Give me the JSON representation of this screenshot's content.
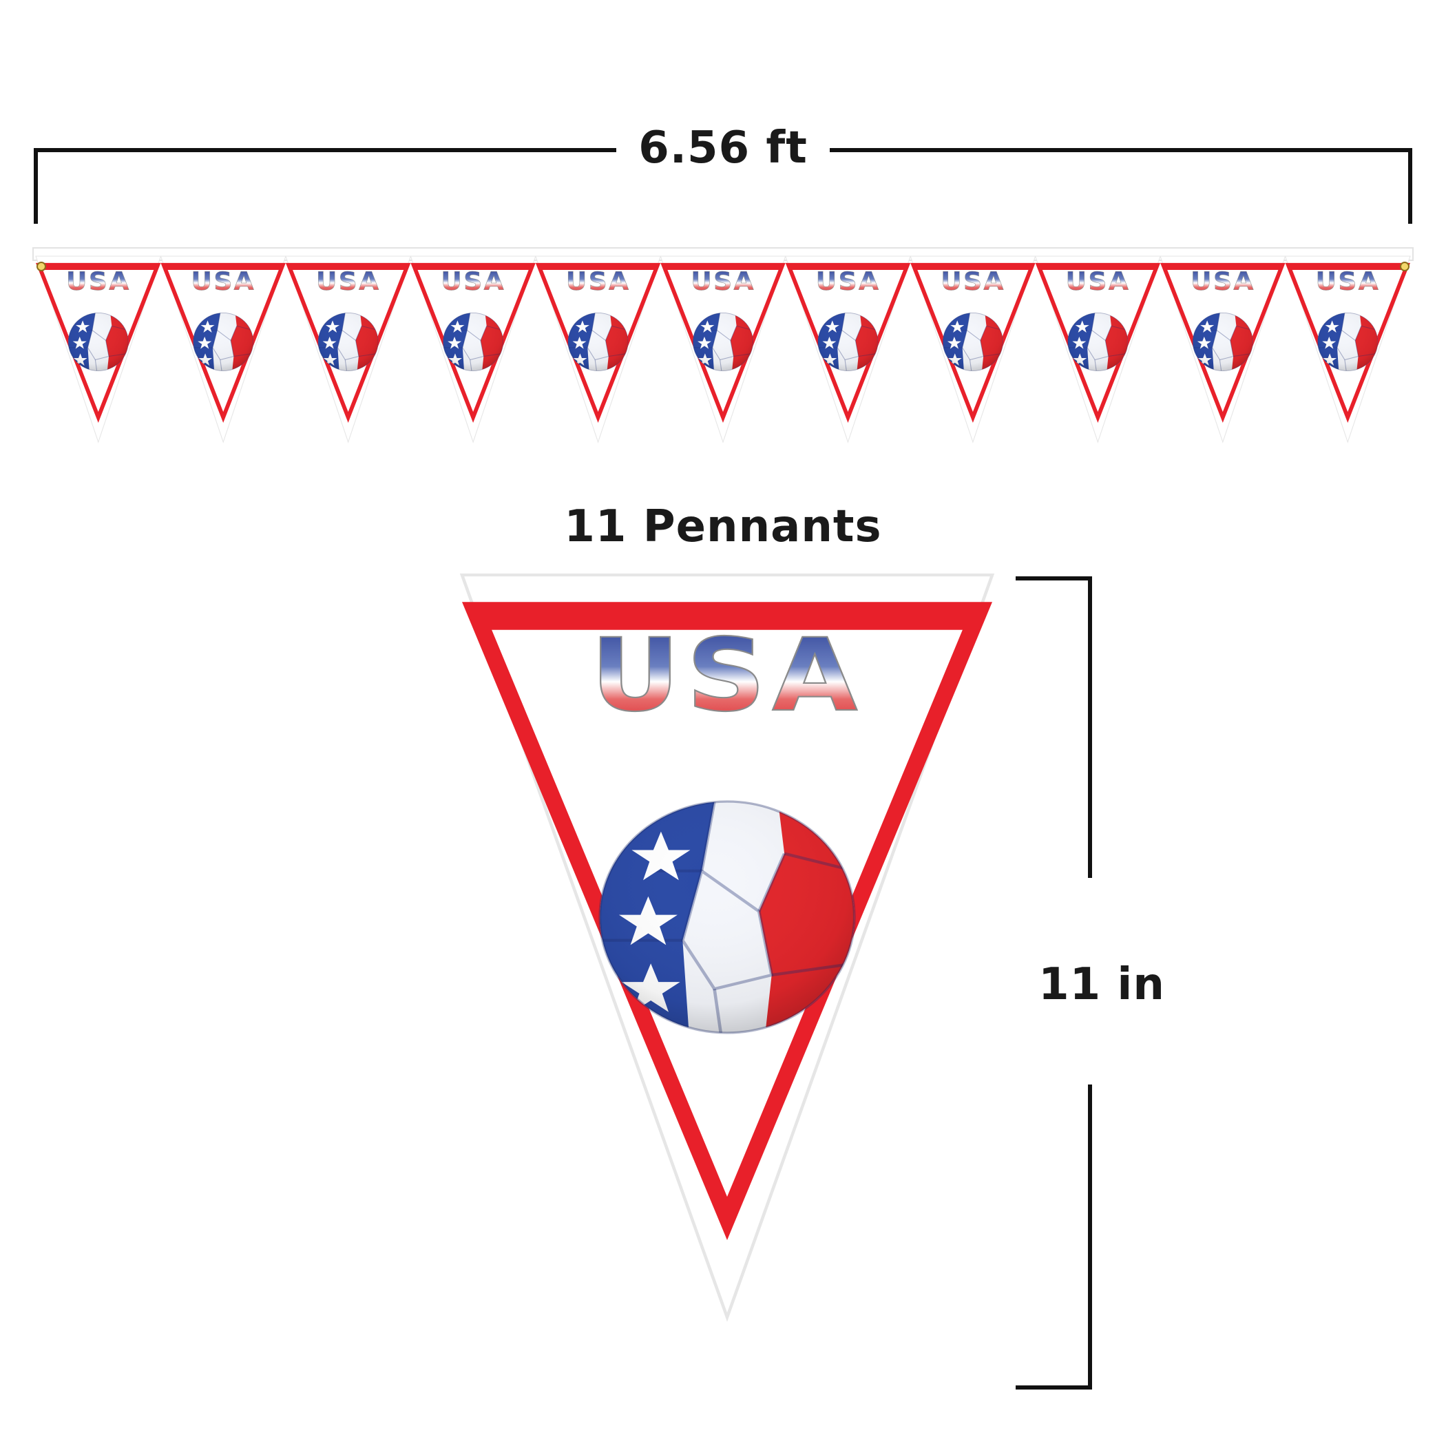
{
  "dimensions": {
    "width": "6.56 ft",
    "pennant_count": "11 Pennants",
    "pennant_height": "11 in"
  },
  "pennant": {
    "text": "USA",
    "count": 11,
    "colors": {
      "border_red": "#e8202a",
      "ball_blue": "#2b4aa6",
      "ball_red": "#e2262b",
      "dimension_line": "#111111"
    }
  }
}
